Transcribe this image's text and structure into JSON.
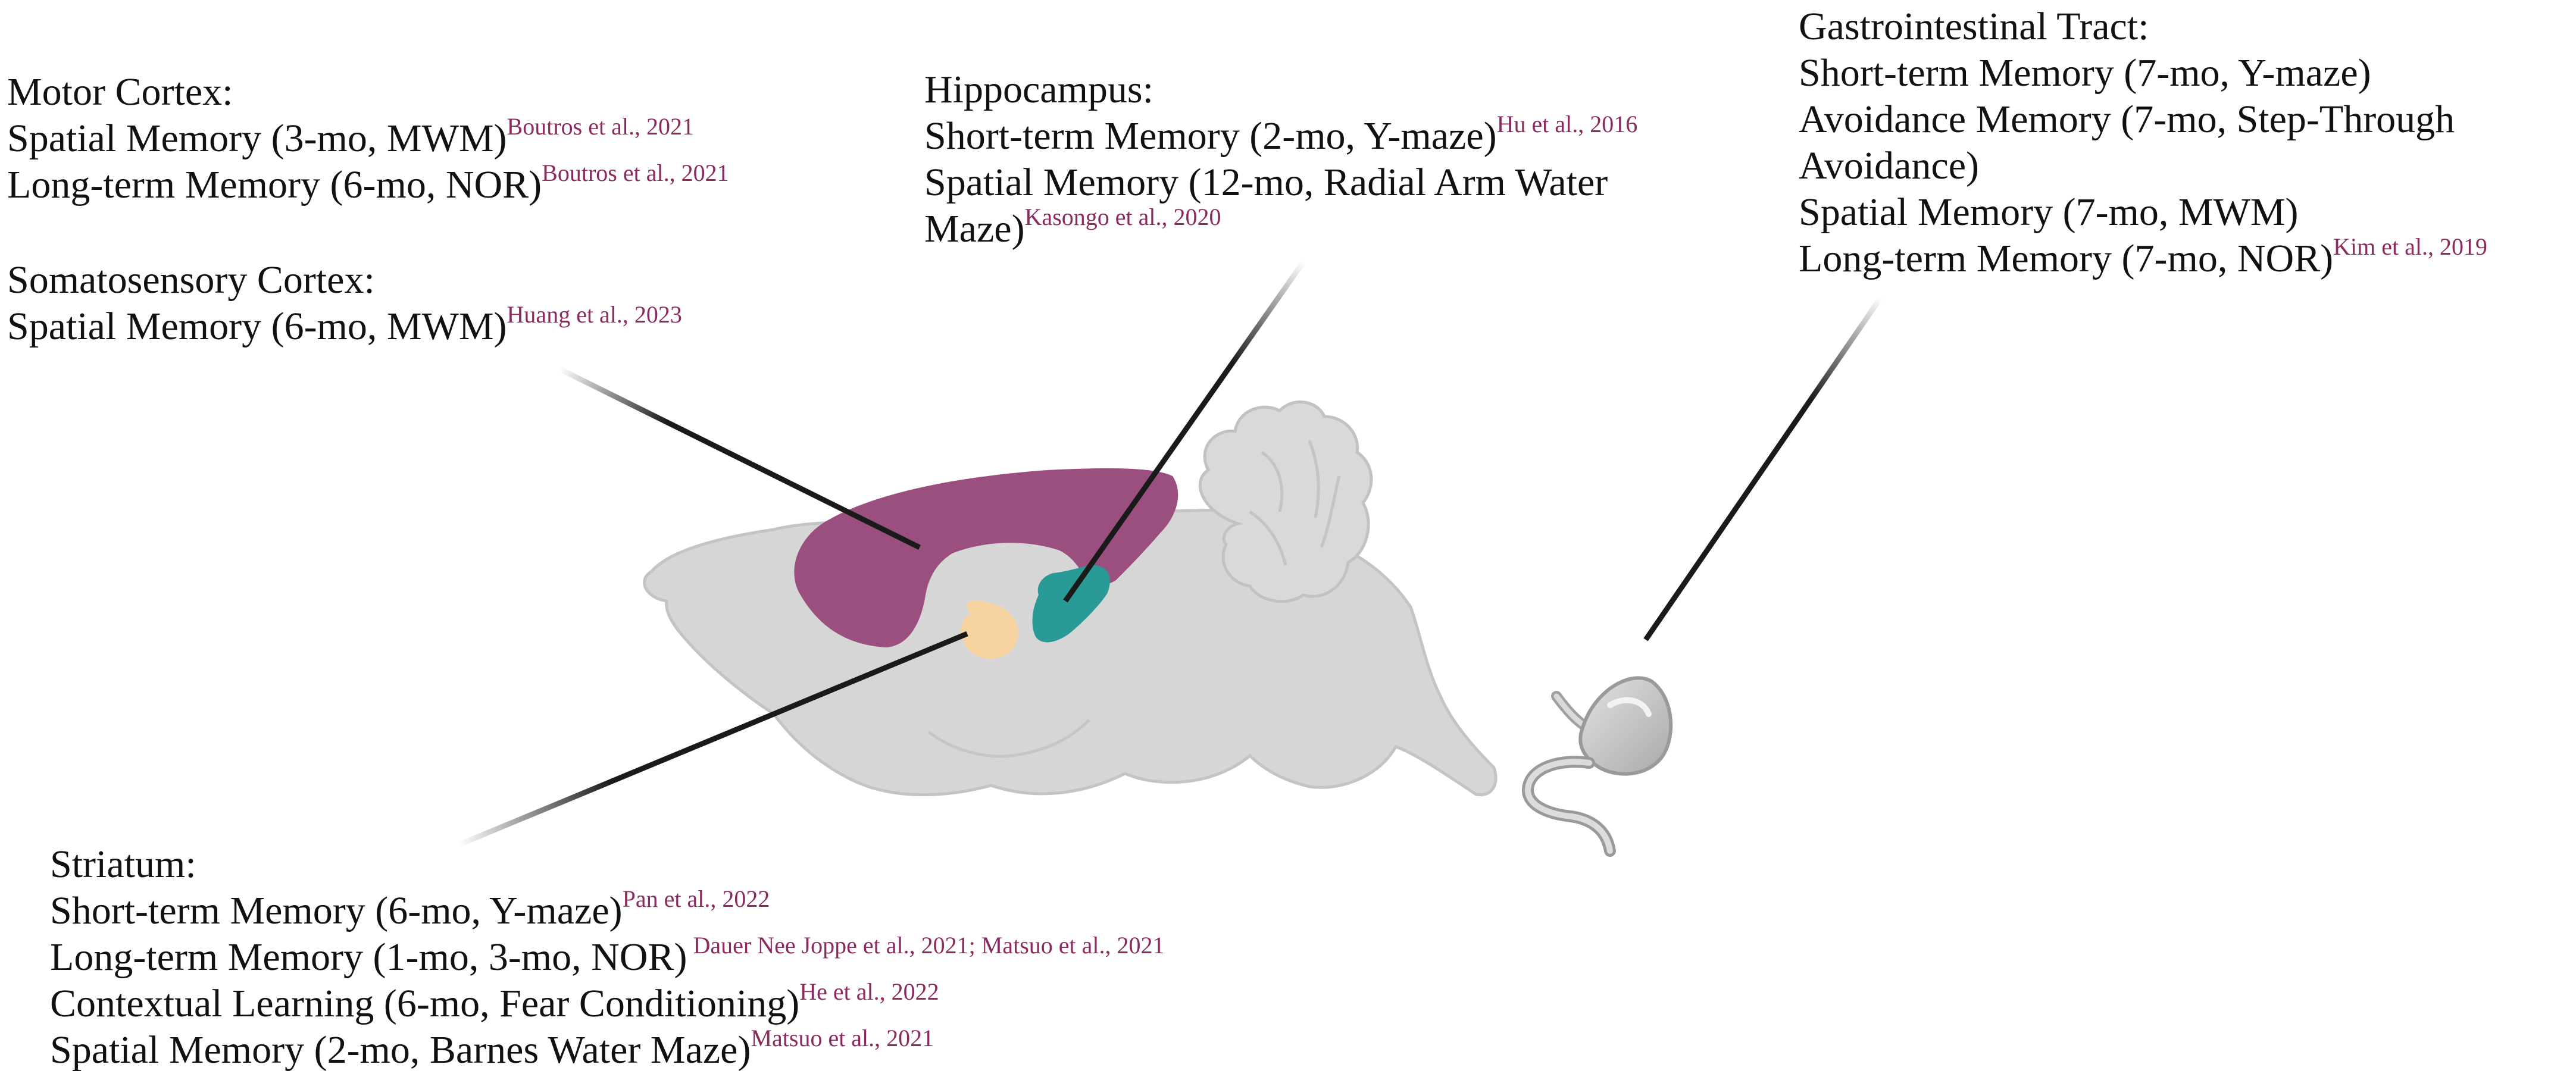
{
  "colors": {
    "text": "#111111",
    "citation": "#8a2a5e",
    "cortex": "#9a4f7f",
    "hippocampus": "#2a9a96",
    "striatum": "#f6d3a0",
    "brain": "#d6d6d6",
    "brain_outline": "#c4c4c4",
    "leader_line": "#1a1a1a"
  },
  "regions": {
    "motor_cortex": {
      "heading": "Motor Cortex:",
      "entries": [
        {
          "text": "Spatial Memory (3-mo, MWM)",
          "ref": "Boutros et al., 2021"
        },
        {
          "text": "Long-term Memory (6-mo, NOR)",
          "ref": "Boutros et al., 2021"
        }
      ]
    },
    "somatosensory_cortex": {
      "heading": "Somatosensory Cortex:",
      "entries": [
        {
          "text": "Spatial Memory (6-mo, MWM)",
          "ref": "Huang et al., 2023"
        }
      ]
    },
    "hippocampus": {
      "heading": "Hippocampus:",
      "entries": [
        {
          "text": "Short-term Memory (2-mo, Y-maze)",
          "ref": "Hu et al., 2016"
        },
        {
          "text": "Spatial Memory (12-mo, Radial Arm Water",
          "ref": ""
        },
        {
          "text": "Maze)",
          "ref": "Kasongo et al., 2020"
        }
      ]
    },
    "gastrointestinal_tract": {
      "heading": "Gastrointestinal Tract:",
      "entries": [
        {
          "text": "Short-term Memory (7-mo, Y-maze)",
          "ref": ""
        },
        {
          "text": "Avoidance Memory (7-mo, Step-Through",
          "ref": ""
        },
        {
          "text": "Avoidance)",
          "ref": ""
        },
        {
          "text": "Spatial Memory (7-mo, MWM)",
          "ref": ""
        },
        {
          "text": "Long-term Memory (7-mo, NOR)",
          "ref": "Kim et al., 2019"
        }
      ]
    },
    "striatum": {
      "heading": "Striatum:",
      "entries": [
        {
          "text": "Short-term Memory (6-mo, Y-maze)",
          "ref": "Pan et al., 2022"
        },
        {
          "text": "Long-term Memory (1-mo, 3-mo, NOR)",
          "ref": " Dauer Nee Joppe et al., 2021; Matsuo et al., 2021"
        },
        {
          "text": "Contextual Learning (6-mo, Fear Conditioning)",
          "ref": "He et al., 2022"
        },
        {
          "text": "Spatial Memory (2-mo, Barnes Water Maze)",
          "ref": "Matsuo et al., 2021"
        }
      ]
    }
  },
  "illustration_icons": [
    "brain-sagittal-icon",
    "stomach-icon"
  ]
}
